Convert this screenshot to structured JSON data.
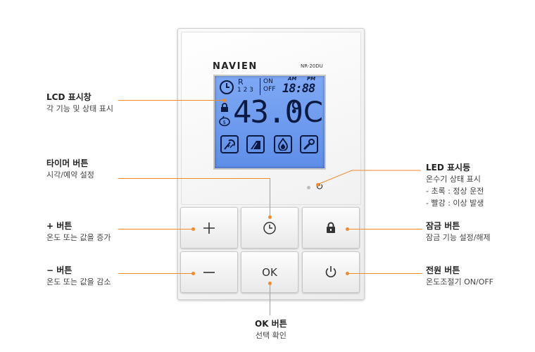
{
  "device": {
    "brand": "NAVIEN",
    "model": "NR-20DU",
    "lcd": {
      "r_label": "R",
      "r_digits": "1 2 3",
      "on": "ON",
      "off": "OFF",
      "am": "AM",
      "pm": "PM",
      "clock": "18:88",
      "temperature": "43.0",
      "unit": "°C"
    },
    "ok_label": "OK"
  },
  "callouts": {
    "lcd": {
      "title": "LCD 표시창",
      "desc": "각 기능 및 상태 표시"
    },
    "timer": {
      "title": "타이머 버튼",
      "desc": "시각/예약 설정"
    },
    "plus": {
      "title": "+ 버튼",
      "desc": "온도 또는 값을 증가"
    },
    "minus": {
      "title": "− 버튼",
      "desc": "온도 또는 값을 감소"
    },
    "ok": {
      "title": "OK 버튼",
      "desc": "선택 확인"
    },
    "led": {
      "title": "LED 표시등",
      "desc": "온수기 상태 표시",
      "green": "- 초록 : 정상 운전",
      "red": "- 빨강 : 이상 발생"
    },
    "lock": {
      "title": "잠금 버튼",
      "desc": "잠금 기능 설정/해제"
    },
    "power": {
      "title": "전원 버튼",
      "desc": "온도조절기 ON/OFF"
    }
  },
  "colors": {
    "accent": "#f08a2c",
    "lcd": "#6f9cf0",
    "lcd_text": "#0b1a40"
  },
  "icons": [
    "clock-icon",
    "lock-icon",
    "piggy-icon",
    "shower-icon",
    "bath-icon",
    "flame-icon",
    "wrench-icon",
    "power-icon",
    "plus-icon",
    "minus-icon"
  ]
}
